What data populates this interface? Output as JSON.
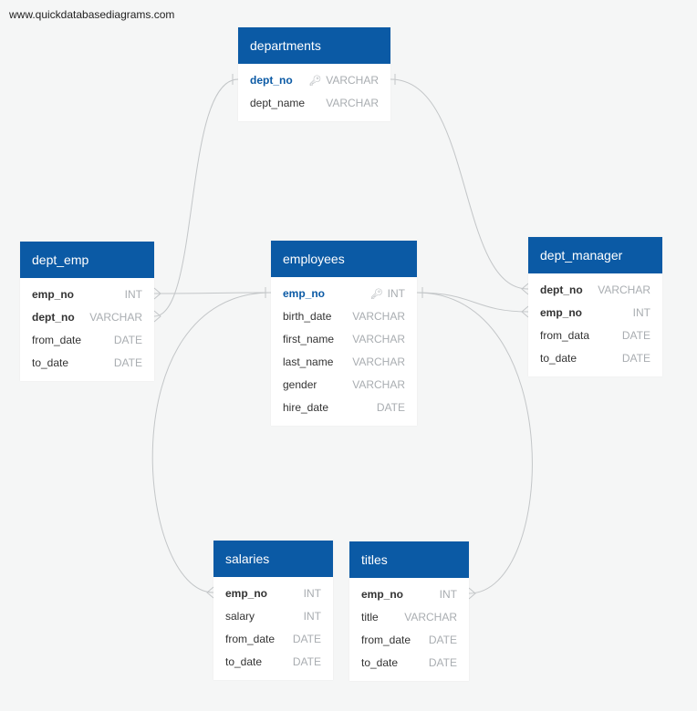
{
  "watermark": "www.quickdatabasediagrams.com",
  "tables": {
    "departments": {
      "title": "departments",
      "rows": [
        {
          "name": "dept_no",
          "type": "VARCHAR"
        },
        {
          "name": "dept_name",
          "type": "VARCHAR"
        }
      ]
    },
    "dept_emp": {
      "title": "dept_emp",
      "rows": [
        {
          "name": "emp_no",
          "type": "INT"
        },
        {
          "name": "dept_no",
          "type": "VARCHAR"
        },
        {
          "name": "from_date",
          "type": "DATE"
        },
        {
          "name": "to_date",
          "type": "DATE"
        }
      ]
    },
    "employees": {
      "title": "employees",
      "rows": [
        {
          "name": "emp_no",
          "type": "INT"
        },
        {
          "name": "birth_date",
          "type": "VARCHAR"
        },
        {
          "name": "first_name",
          "type": "VARCHAR"
        },
        {
          "name": "last_name",
          "type": "VARCHAR"
        },
        {
          "name": "gender",
          "type": "VARCHAR"
        },
        {
          "name": "hire_date",
          "type": "DATE"
        }
      ]
    },
    "dept_manager": {
      "title": "dept_manager",
      "rows": [
        {
          "name": "dept_no",
          "type": "VARCHAR"
        },
        {
          "name": "emp_no",
          "type": "INT"
        },
        {
          "name": "from_data",
          "type": "DATE"
        },
        {
          "name": "to_date",
          "type": "DATE"
        }
      ]
    },
    "salaries": {
      "title": "salaries",
      "rows": [
        {
          "name": "emp_no",
          "type": "INT"
        },
        {
          "name": "salary",
          "type": "INT"
        },
        {
          "name": "from_date",
          "type": "DATE"
        },
        {
          "name": "to_date",
          "type": "DATE"
        }
      ]
    },
    "titles": {
      "title": "titles",
      "rows": [
        {
          "name": "emp_no",
          "type": "INT"
        },
        {
          "name": "title",
          "type": "VARCHAR"
        },
        {
          "name": "from_date",
          "type": "DATE"
        },
        {
          "name": "to_date",
          "type": "DATE"
        }
      ]
    }
  },
  "relationships": [
    {
      "from": "dept_emp.emp_no",
      "to": "employees.emp_no",
      "cardinality": "many-to-one"
    },
    {
      "from": "dept_emp.dept_no",
      "to": "departments.dept_no",
      "cardinality": "many-to-one"
    },
    {
      "from": "dept_manager.dept_no",
      "to": "departments.dept_no",
      "cardinality": "many-to-one"
    },
    {
      "from": "dept_manager.emp_no",
      "to": "employees.emp_no",
      "cardinality": "many-to-one"
    },
    {
      "from": "salaries.emp_no",
      "to": "employees.emp_no",
      "cardinality": "many-to-one"
    },
    {
      "from": "titles.emp_no",
      "to": "employees.emp_no",
      "cardinality": "many-to-one"
    }
  ],
  "colors": {
    "header": "#0b5aa5",
    "primary_key": "#0b5aa5",
    "type_text": "#a9adb1",
    "connector": "#c3c6c8",
    "background": "#f5f6f6"
  },
  "icons": {
    "primary_key": "key-icon"
  }
}
